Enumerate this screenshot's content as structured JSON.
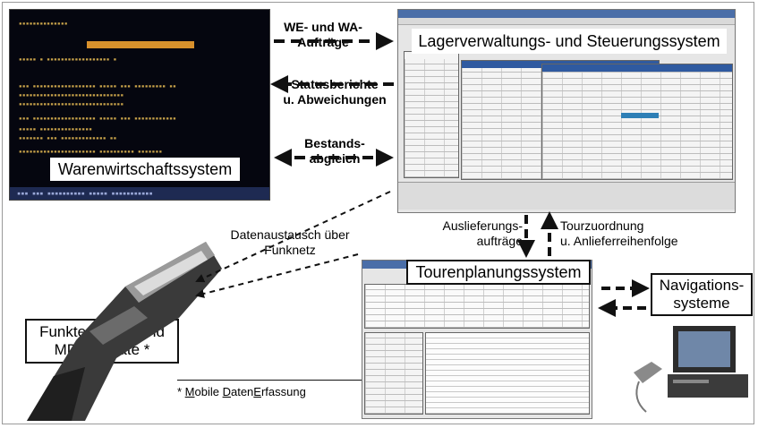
{
  "systems": {
    "warenwirtschaft": "Warenwirtschaftssystem",
    "lager": "Lagerverwaltungs- und Steuerungssystem",
    "touren": "Tourenplanungssystem",
    "navigation_line1": "Navigations-",
    "navigation_line2": "systeme",
    "funk_line1": "Funkterminals und",
    "funk_line2": "MDE-Geräte *"
  },
  "flows": {
    "we_wa_line1": "WE- und WA-",
    "we_wa_line2": "Aufträge",
    "status_line1": "Statusberichte",
    "status_line2": "u. Abweichungen",
    "bestand_line1": "Bestands-",
    "bestand_line2": "abgleich",
    "auslieferung_line1": "Auslieferungs-",
    "auslieferung_line2": "aufträge",
    "tour_line1": "Tourzuordnung",
    "tour_line2": "u. Anlieferreihenfolge",
    "funknetz_line1": "Datenaustausch über",
    "funknetz_line2": "Funknetz"
  },
  "footnote": {
    "prefix": "* ",
    "m": "M",
    "obile": "obile ",
    "d": "D",
    "aten": "aten",
    "e": "E",
    "rfassung": "rfassung"
  },
  "colors": {
    "terminal_bg": "#05060f",
    "terminal_text": "#c7a24a",
    "window_title": "#4a6ea8",
    "arrow": "#111111"
  }
}
